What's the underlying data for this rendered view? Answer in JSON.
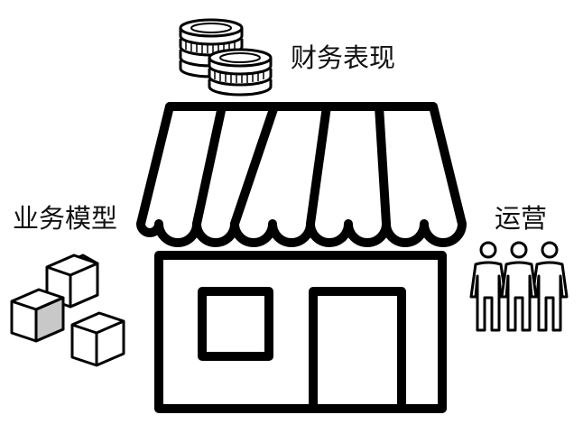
{
  "labels": {
    "finance": "财务表现",
    "business_model": "业务模型",
    "operations": "运营"
  },
  "icons": {
    "center": "storefront-icon",
    "top": "coins-stack-icon",
    "left": "boxes-icon",
    "right": "people-group-icon"
  },
  "colors": {
    "stroke": "#000000",
    "background": "#ffffff",
    "box_shade": "#c8c8c8"
  }
}
